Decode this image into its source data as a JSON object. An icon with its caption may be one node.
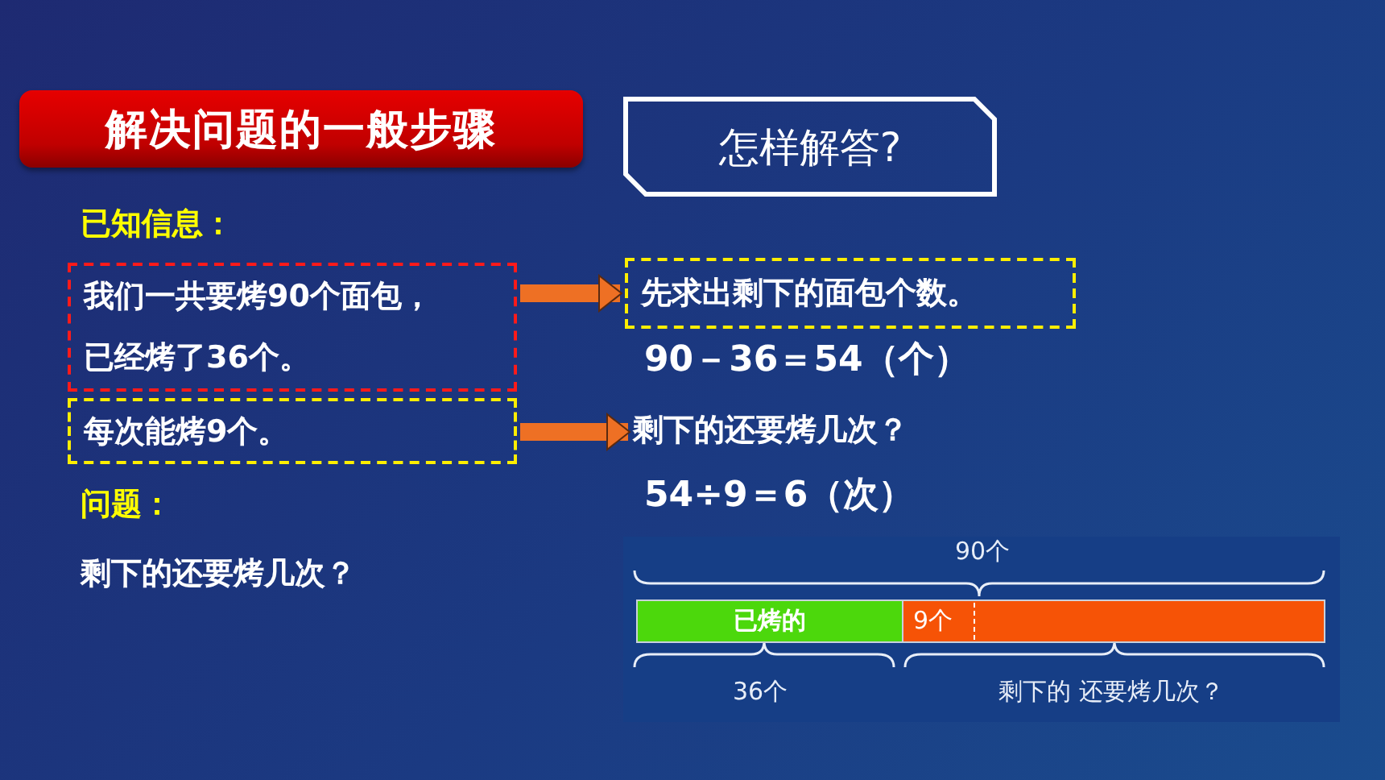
{
  "diagram": {
    "title": "解决问题的一般步骤",
    "nodes": [
      {
        "text": [
          "怎样解答?"
        ]
      },
      {
        "text": [
          "我们一共要烤90个面包，",
          "已经烤了36个。"
        ]
      },
      {
        "text": [
          "每次能烤9个。"
        ]
      },
      {
        "text": [
          "先求出剩下的面包个数。"
        ]
      },
      {
        "text": [
          "剩下的还要烤几次？"
        ]
      },
      {
        "text": [
          "已烤的"
        ]
      },
      {
        "text": [
          "9个"
        ]
      }
    ],
    "edges": [
      {
        "from": 1,
        "to": 3,
        "arrow": "to"
      },
      {
        "from": 2,
        "to": 4,
        "arrow": "to"
      }
    ],
    "labels": [
      "已知信息：",
      "90－36＝54（个）",
      "54÷9＝6（次）",
      "问题：",
      "剩下的还要烤几次？",
      "90个",
      "36个",
      "剩下的 还要烤几次？"
    ]
  }
}
